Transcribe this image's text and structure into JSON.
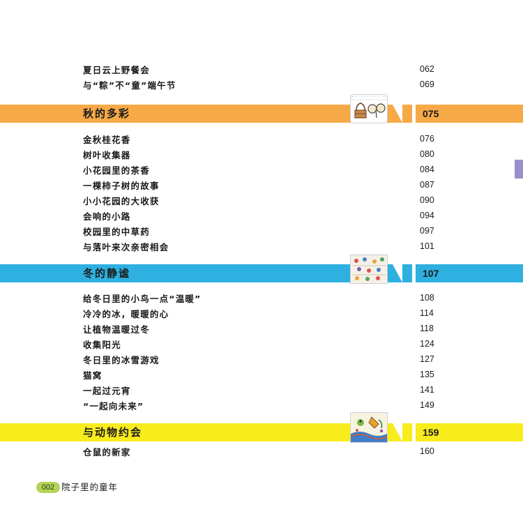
{
  "colors": {
    "autumn": "#f7a947",
    "winter": "#2eb0e0",
    "animals": "#f8ec1c",
    "side_tab": "#9b8fc9",
    "footer_badge": "#b4d35a"
  },
  "sections": [
    {
      "id": "summer-tail",
      "items": [
        {
          "title": "夏日云上野餐会",
          "page": "062"
        },
        {
          "title": "与“粽”不“童”端午节",
          "page": "069"
        }
      ]
    },
    {
      "id": "autumn",
      "title": "秋的多彩",
      "page": "075",
      "items": [
        {
          "title": "金秋桂花香",
          "page": "076"
        },
        {
          "title": "树叶收集器",
          "page": "080"
        },
        {
          "title": "小花园里的茶香",
          "page": "084"
        },
        {
          "title": "一棵柿子树的故事",
          "page": "087"
        },
        {
          "title": "小小花园的大收获",
          "page": "090"
        },
        {
          "title": "会响的小路",
          "page": "094"
        },
        {
          "title": "校园里的中草药",
          "page": "097"
        },
        {
          "title": "与落叶来次亲密相会",
          "page": "101"
        }
      ]
    },
    {
      "id": "winter",
      "title": "冬的静谧",
      "page": "107",
      "items": [
        {
          "title": "给冬日里的小鸟一点“温暖”",
          "page": "108"
        },
        {
          "title": "冷冷的冰，暖暖的心",
          "page": "114"
        },
        {
          "title": "让植物温暖过冬",
          "page": "118"
        },
        {
          "title": "收集阳光",
          "page": "124"
        },
        {
          "title": "冬日里的冰雪游戏",
          "page": "127"
        },
        {
          "title": "猫窝",
          "page": "135"
        },
        {
          "title": "一起过元宵",
          "page": "141"
        },
        {
          "title": "“一起向未来”",
          "page": "149"
        }
      ]
    },
    {
      "id": "animals",
      "title": "与动物约会",
      "page": "159",
      "items": [
        {
          "title": "仓鼠的新家",
          "page": "160"
        }
      ]
    }
  ],
  "footer": {
    "page_number": "002",
    "book_title": "院子里的童年"
  },
  "icons": {
    "autumn": "picnic-basket-icon",
    "winter": "winter-drawing-icon",
    "animals": "animal-drawing-icon"
  }
}
